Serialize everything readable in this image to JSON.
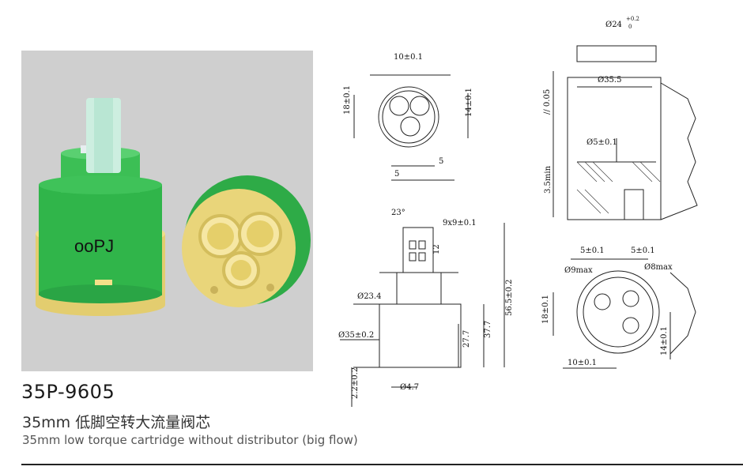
{
  "product": {
    "model": "35P-9605",
    "title_cn": "35mm 低脚空转大流量阀芯",
    "title_en": "35mm low torque cartridge without distributor (big flow)",
    "brand_mark": "ooPJ"
  },
  "colors": {
    "body_green": "#2eb44b",
    "seal_yellow": "#e8d27a",
    "stem_white": "#e9f1ee",
    "photo_bg": "#cfcfcf"
  },
  "drawing": {
    "top_view": {
      "d1": "10±0.1",
      "d2": "18±0.1",
      "d3": "14±0.1",
      "d4": "5",
      "d5": "5"
    },
    "side_view": {
      "angle": "23°",
      "stem": "9x9±0.1",
      "stem_h": "12",
      "d_body": "Ø23.4",
      "d_base": "Ø35±0.2",
      "h1": "27.7",
      "h2": "37.7",
      "h3": "56.5±0.2",
      "foot": "2.2±0.2",
      "d_hole": "Ø4.7"
    },
    "section_view": {
      "d_top": "Ø24",
      "tol_top": "+0.2",
      "tol_bottom": "0",
      "d_bore": "Ø35.5",
      "flat": "// 0.05",
      "d_pin": "Ø5±0.1",
      "min_depth": "3.5min"
    },
    "port_view": {
      "p1": "5±0.1",
      "p2": "5±0.1",
      "hole1": "Ø9max",
      "hole2": "Ø8max",
      "v1": "18±0.1",
      "v2": "14±0.1",
      "h1": "10±0.1"
    }
  }
}
